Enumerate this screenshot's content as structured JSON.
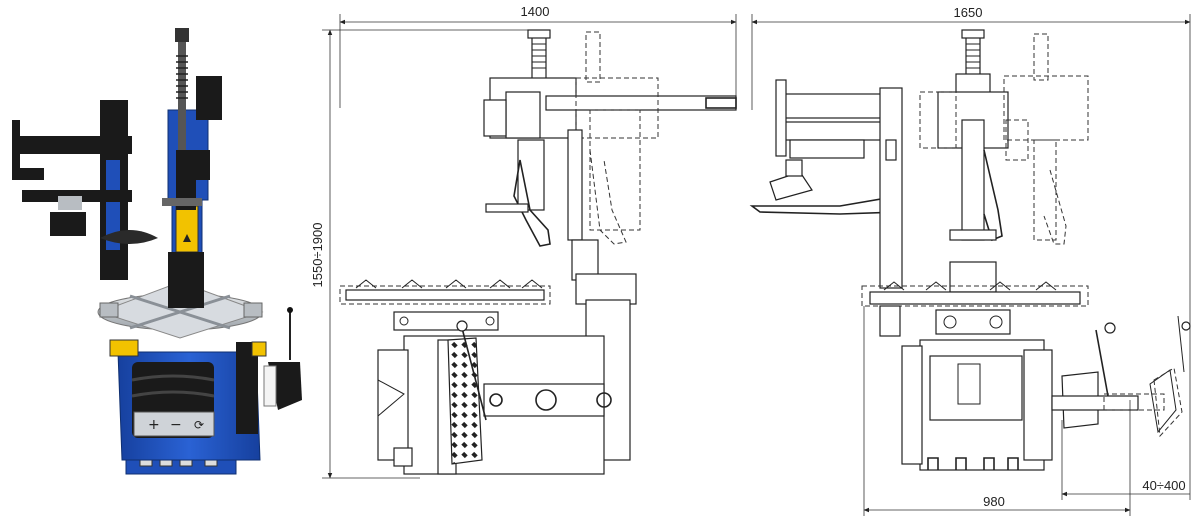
{
  "dimensions": {
    "side_width": "1400",
    "front_width": "1650",
    "height": "1550÷1900",
    "base_depth": "980",
    "offset": "40÷400"
  },
  "colors": {
    "machine_blue": "#1f4fb8",
    "frame_black": "#1a1a1a",
    "table_silver": "#c9cdd2",
    "warning_yellow": "#f2c200",
    "line": "#222222"
  }
}
